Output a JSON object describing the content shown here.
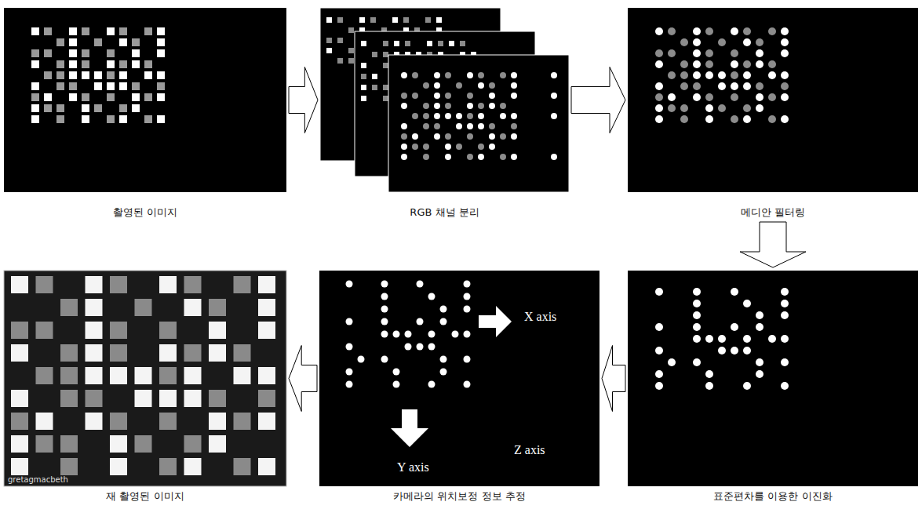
{
  "diagram": {
    "nodes": [
      {
        "text": [
          "촬영된 이미지"
        ]
      },
      {
        "text": [
          "RGB 채널 분리"
        ]
      },
      {
        "text": [
          "메디안 필터링"
        ]
      },
      {
        "text": [
          "재 촬영된 이미지"
        ]
      },
      {
        "text": [
          "카메라의 위치보정 정보 추정"
        ]
      },
      {
        "text": [
          "표준편차를 이용한 이진화"
        ]
      }
    ],
    "edges": [
      {
        "from": 0,
        "to": 1,
        "arrow": "to"
      },
      {
        "from": 1,
        "to": 2,
        "arrow": "to"
      },
      {
        "from": 2,
        "to": 5,
        "arrow": "to"
      },
      {
        "from": 5,
        "to": 4,
        "arrow": "to"
      },
      {
        "from": 4,
        "to": 3,
        "arrow": "to"
      }
    ],
    "labels": [
      "X axis",
      "Y axis",
      "Z axis",
      "gretagmacbeth"
    ]
  }
}
